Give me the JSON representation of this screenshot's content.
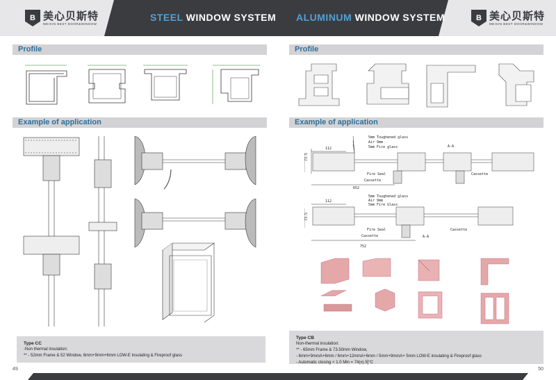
{
  "brand": {
    "logo_mark": "B",
    "name_cn": "美心贝斯特",
    "name_en": "MEIXIN BEST DOOR&WINDOW"
  },
  "left_page": {
    "title_accent": "STEEL",
    "title_rest": " WINDOW SYSTEM",
    "section_profile": "Profile",
    "section_application": "Example of application",
    "note": {
      "title": "Type CC",
      "line1": "-Non thermal insulation:",
      "line2": "** - 52mm Frame & 52 Window, 6mm+9mm+6mm LOW-E insulating & Fireproof glass"
    },
    "page_number": "49"
  },
  "right_page": {
    "title_accent": "ALUMINUM",
    "title_rest": " WINDOW SYSTEM",
    "section_profile": "Profile",
    "section_application": "Example of application",
    "drawing_labels": {
      "glass1": "5mm Toughened glass",
      "air1": "Air 9mm",
      "fire1": "5mm Fire glass",
      "dim1": "112",
      "dim_h1": "73.5",
      "fire_seal1": "Fire Seal",
      "cassette1": "Cassette",
      "cassette1b": "Cassette",
      "width1": "652",
      "section1": "A-A",
      "glass2": "5mm Toughened glass",
      "air2": "Air 9mm",
      "fire2": "5mm Fire Glass",
      "dim2": "112",
      "dim_h2": "73.5",
      "fire_seal2": "Fire Seal",
      "cassette2": "Cassette",
      "cassette2b": "Cassette",
      "width2": "752",
      "section2": "A-A"
    },
    "note": {
      "title": "Type CB",
      "line1": "Non-thermal insulation:",
      "line2": "** - 65mm Frame & 73.50mm Window,",
      "line3": "- 6mm+9mmA+6mm / 6mm+12mmA+6mm / 5mm+9mmA+ 5mm LOW-E insulating & Fireproof glass",
      "line4": "- Automatic closing < 1.0 Min = 74(±).5]°C"
    },
    "page_number": "50"
  },
  "colors": {
    "header_dark": "#3b3c40",
    "header_light": "#e7e7e9",
    "accent_blue": "#4fa2d6",
    "section_text": "#2d6f9a",
    "section_bar": "#d3d3d5",
    "profile_render": "#e4a8a8"
  }
}
